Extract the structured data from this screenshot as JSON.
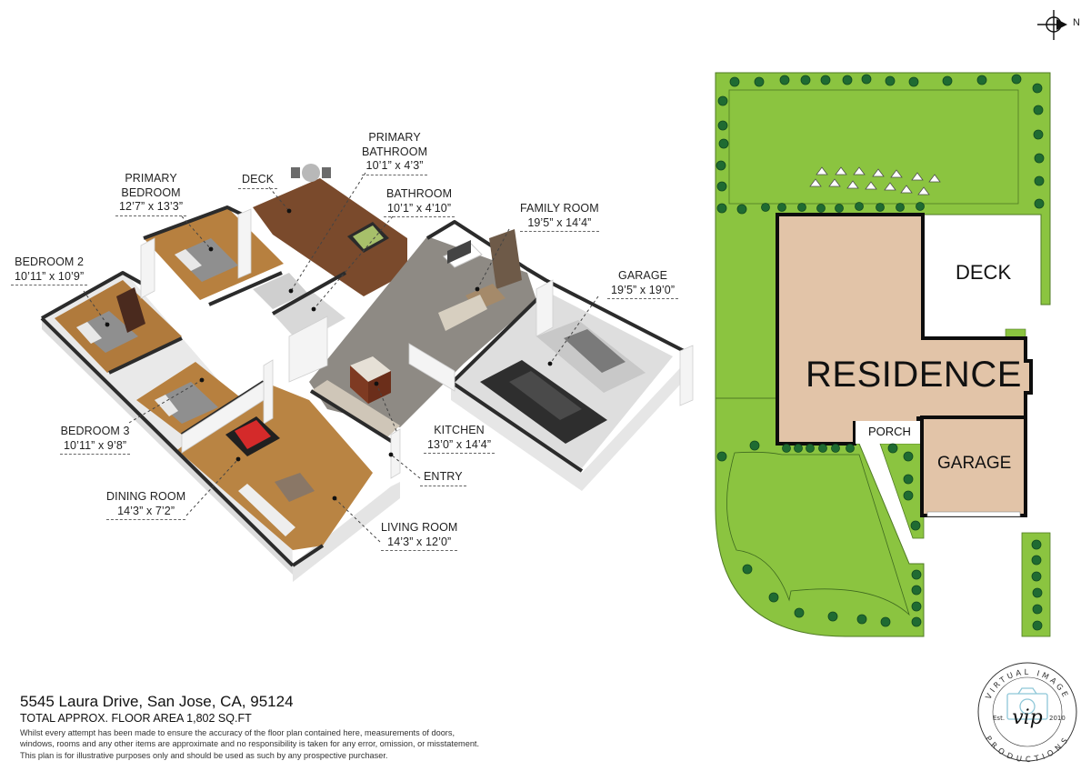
{
  "compass": {
    "icon": "north-arrow-icon",
    "label": "N"
  },
  "floor_plan": {
    "rooms": [
      {
        "id": "primary-bedroom",
        "name_lines": [
          "PRIMARY",
          "BEDROOM"
        ],
        "dimensions": "12’7” x 13’3”"
      },
      {
        "id": "deck",
        "name_lines": [
          "DECK"
        ],
        "dimensions": ""
      },
      {
        "id": "primary-bathroom",
        "name_lines": [
          "PRIMARY",
          "BATHROOM"
        ],
        "dimensions": "10’1” x 4’3”"
      },
      {
        "id": "bathroom",
        "name_lines": [
          "BATHROOM"
        ],
        "dimensions": "10’1” x 4’10”"
      },
      {
        "id": "family-room",
        "name_lines": [
          "FAMILY ROOM"
        ],
        "dimensions": "19’5” x 14’4”"
      },
      {
        "id": "garage",
        "name_lines": [
          "GARAGE"
        ],
        "dimensions": "19’5” x 19’0”"
      },
      {
        "id": "bedroom-2",
        "name_lines": [
          "BEDROOM 2"
        ],
        "dimensions": "10’11” x 10’9”"
      },
      {
        "id": "bedroom-3",
        "name_lines": [
          "BEDROOM 3"
        ],
        "dimensions": "10’11” x 9’8”"
      },
      {
        "id": "kitchen",
        "name_lines": [
          "KITCHEN"
        ],
        "dimensions": "13’0” x 14’4”"
      },
      {
        "id": "entry",
        "name_lines": [
          "ENTRY"
        ],
        "dimensions": ""
      },
      {
        "id": "dining-room",
        "name_lines": [
          "DINING ROOM"
        ],
        "dimensions": "14’3” x 7’2”"
      },
      {
        "id": "living-room",
        "name_lines": [
          "LIVING ROOM"
        ],
        "dimensions": "14’3” x 12’0”"
      }
    ],
    "colors": {
      "wood_floor": "#b7803f",
      "deck_floor": "#7a4a2c",
      "tile_floor": "#8e8a84",
      "garage_floor": "#d9d9d9",
      "wall_face": "#f2f2f2",
      "wall_top": "#2b2b2b"
    }
  },
  "site_plan": {
    "labels": {
      "residence": "RESIDENCE",
      "deck": "DECK",
      "porch": "PORCH",
      "garage": "GARAGE"
    },
    "colors": {
      "lawn": "#8bc440",
      "lawn_outline": "#4f7a24",
      "tree": "#1f6b32",
      "building": "#e2c4a8",
      "building_outline": "#0d0d0d",
      "paving": "#ffffff",
      "rock": "#ffffff"
    }
  },
  "footer": {
    "address": "5545 Laura Drive, San Jose, CA, 95124",
    "floor_area": "TOTAL APPROX. FLOOR AREA 1,802 SQ.FT",
    "disclaimer_lines": [
      "Whilst every attempt has been made to ensure the accuracy of the floor plan contained here, measurements of doors,",
      "windows, rooms and any other items are approximate and no responsibility is taken for any error, omission, or misstatement.",
      "This plan is for illustrative purposes only and should be used as such by any prospective purchaser."
    ]
  },
  "logo": {
    "top_arc": "VIRTUAL IMAGE",
    "bottom_arc": "PRODUCTIONS",
    "monogram": "vip",
    "est_label": "Est.",
    "est_year": "2010",
    "icon": "camera-icon"
  }
}
